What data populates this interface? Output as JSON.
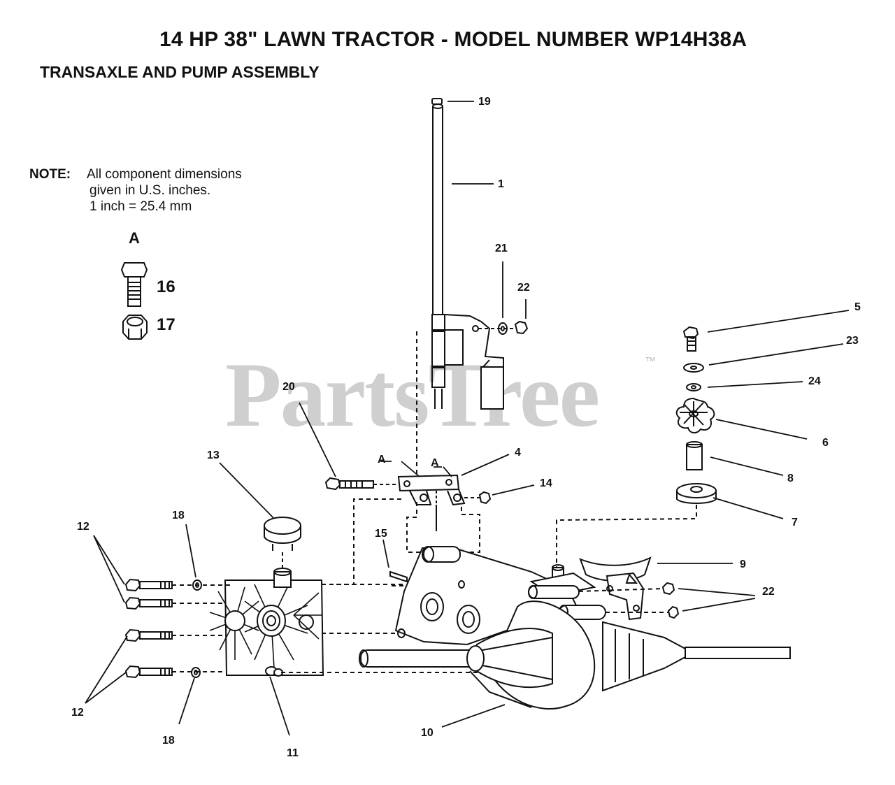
{
  "title": "14 HP 38\" LAWN TRACTOR - MODEL NUMBER WP14H38A",
  "subtitle": "TRANSAXLE AND PUMP ASSEMBLY",
  "note": {
    "key": "NOTE:",
    "lines": [
      "All component dimensions",
      "given in U.S. inches.",
      "1 inch = 25.4 mm"
    ]
  },
  "watermark": {
    "text": "PartsTree",
    "tm": "™"
  },
  "inset": {
    "label": "A",
    "parts": [
      "16",
      "17"
    ]
  },
  "detail_marks": [
    "A",
    "A"
  ],
  "callouts": [
    "19",
    "1",
    "21",
    "22",
    "5",
    "23",
    "24",
    "6",
    "8",
    "7",
    "20",
    "4",
    "14",
    "13",
    "12",
    "18",
    "15",
    "9",
    "22",
    "12",
    "18",
    "11",
    "10"
  ]
}
